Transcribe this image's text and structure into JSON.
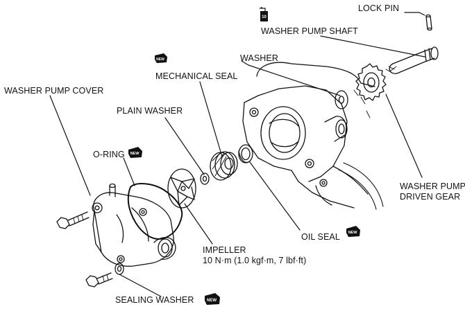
{
  "labels": {
    "lock_pin": "LOCK PIN",
    "washer_pump_shaft": "WASHER PUMP SHAFT",
    "washer": "WASHER",
    "mechanical_seal": "MECHANICAL SEAL",
    "washer_pump_cover": "WASHER PUMP COVER",
    "plain_washer": "PLAIN WASHER",
    "o_ring": "O-RING",
    "washer_pump_driven_gear_line1": "WASHER PUMP",
    "washer_pump_driven_gear_line2": "DRIVEN GEAR",
    "oil_seal": "OIL SEAL",
    "impeller": "IMPELLER",
    "impeller_torque": "10 N·m (1.0 kgf·m, 7 lbf·ft)",
    "sealing_washer": "SEALING WASHER"
  },
  "badges": {
    "new": "NEW",
    "lubricate": "10"
  },
  "colors": {
    "ink": "#111111",
    "background": "#ffffff"
  }
}
